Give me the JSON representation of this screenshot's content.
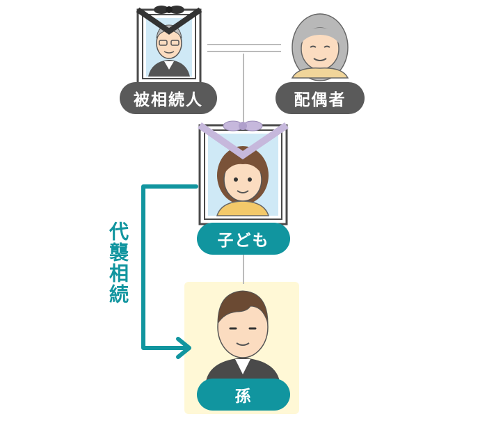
{
  "nodes": {
    "decedent": {
      "label": "被相続人"
    },
    "spouse": {
      "label": "配偶者"
    },
    "child": {
      "label": "子ども"
    },
    "grandchild": {
      "label": "孫"
    }
  },
  "arrow_label": "代襲相続",
  "colors": {
    "teal": "#11959f",
    "gray_label": "#5a5a5a",
    "grandchild_highlight": "#fff8d6",
    "child_frame_ribbon": "#c6b8dc",
    "decedent_frame_ribbon": "#333333",
    "connector_line": "#bbbbbb"
  }
}
